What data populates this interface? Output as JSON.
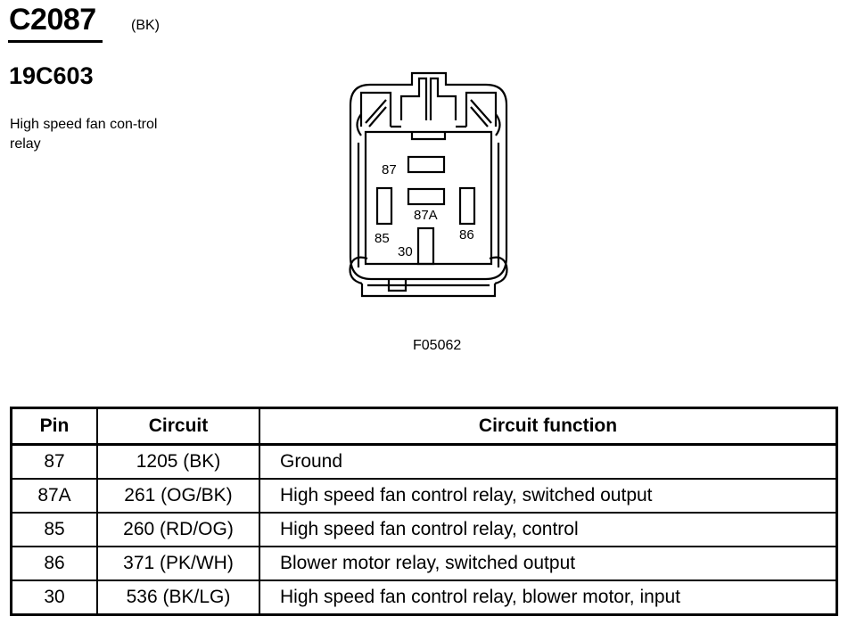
{
  "header": {
    "connector_id": "C2087",
    "connector_color": "(BK)",
    "component_id": "19C603",
    "component_description": "High speed fan con-trol relay"
  },
  "diagram": {
    "pins": [
      "87",
      "87A",
      "85",
      "86",
      "30"
    ],
    "figure_code": "F05062"
  },
  "table": {
    "headers": {
      "pin": "Pin",
      "circuit": "Circuit",
      "function": "Circuit function"
    },
    "rows": [
      {
        "pin": "87",
        "circuit": "1205 (BK)",
        "function": "Ground"
      },
      {
        "pin": "87A",
        "circuit": "261 (OG/BK)",
        "function": "High speed fan control relay, switched output"
      },
      {
        "pin": "85",
        "circuit": "260 (RD/OG)",
        "function": "High speed fan control relay, control"
      },
      {
        "pin": "86",
        "circuit": "371 (PK/WH)",
        "function": "Blower motor relay, switched output"
      },
      {
        "pin": "30",
        "circuit": "536 (BK/LG)",
        "function": "High speed fan control relay, blower motor, input"
      }
    ]
  }
}
